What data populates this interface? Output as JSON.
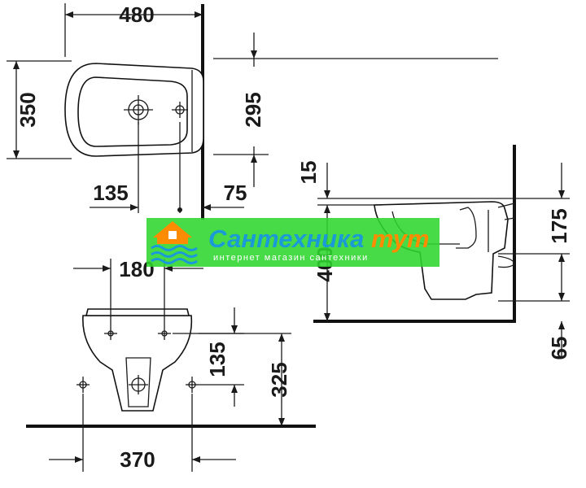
{
  "dimensions": {
    "top_width": "480",
    "top_depth": "350",
    "top_offset_295": "295",
    "top_left_135": "135",
    "top_right_75": "75",
    "front_180": "180",
    "front_135": "135",
    "front_325": "325",
    "front_370": "370",
    "side_15": "15",
    "side_400": "400",
    "side_175": "175",
    "side_65": "65"
  },
  "watermark": {
    "title_part1": "Сантехника",
    "title_part2": "тут",
    "subtitle": "интернет магазин сантехники"
  },
  "colors": {
    "watermark_green": "#2fd62f",
    "watermark_blue": "#1a9ad6",
    "watermark_orange": "#ff8c00"
  }
}
